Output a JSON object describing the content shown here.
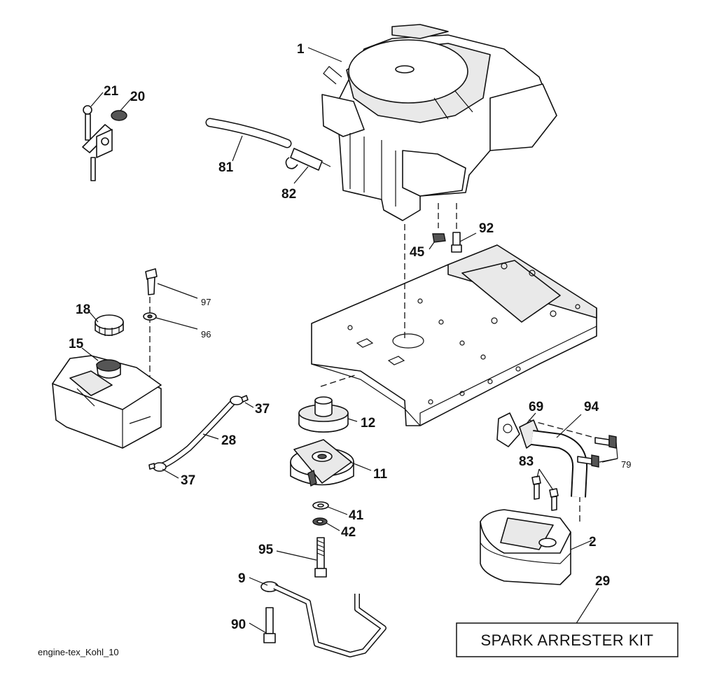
{
  "diagram": {
    "caption": "engine-tex_Kohl_10",
    "kit_label": "SPARK ARRESTER KIT",
    "callouts": {
      "engine": "1",
      "muffler": "2",
      "idler_arm": "9",
      "clutch": "11",
      "pulley": "12",
      "fuel_tank": "15",
      "fuel_cap": "18",
      "throttle_control": "20",
      "throttle_screw": "21",
      "fuel_line": "28",
      "kit": "29",
      "clamp_top": "37",
      "clamp_bottom": "37",
      "washer_41": "41",
      "washer_42": "42",
      "nut_45": "45",
      "gasket": "69",
      "bolts_79": "79",
      "hose_81": "81",
      "valve_82": "82",
      "screws_83": "83",
      "bolt_90": "90",
      "bolt_92": "92",
      "exhaust_pipe": "94",
      "bolt_95": "95",
      "washer_96": "96",
      "screw_97": "97"
    }
  }
}
